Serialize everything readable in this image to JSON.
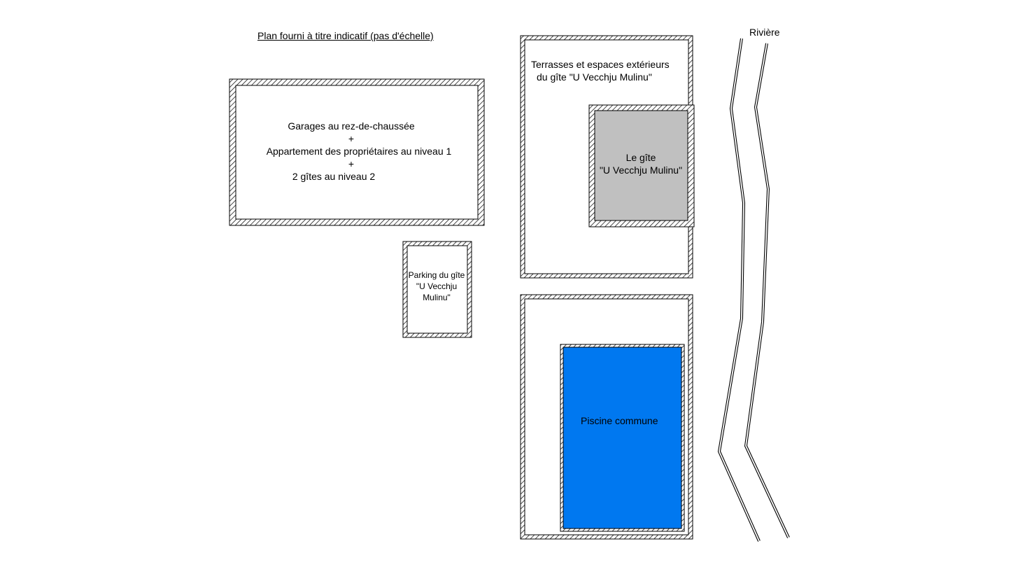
{
  "caption": "Plan fourni à titre indicatif (pas d'échelle)",
  "main_building": {
    "line1": "Garages au rez-de-chaussée",
    "plus1": "+",
    "line2": "Appartement des propriétaires au niveau 1",
    "plus2": "+",
    "line3": "2 gîtes au niveau 2"
  },
  "parking": {
    "line1": "Parking du gîte",
    "line2": "\"U Vecchju",
    "line3": "Mulinu\""
  },
  "terraces": {
    "line1": "Terrasses et espaces extérieurs",
    "line2": "du gîte \"U Vecchju Mulinu\""
  },
  "gite": {
    "line1": "Le gîte",
    "line2": "\"U Vecchju Mulinu\"",
    "fill_color": "#c0c0c0"
  },
  "pool": {
    "label": "Piscine commune",
    "fill_color": "#0078f0"
  },
  "river": {
    "label": "Rivière"
  }
}
